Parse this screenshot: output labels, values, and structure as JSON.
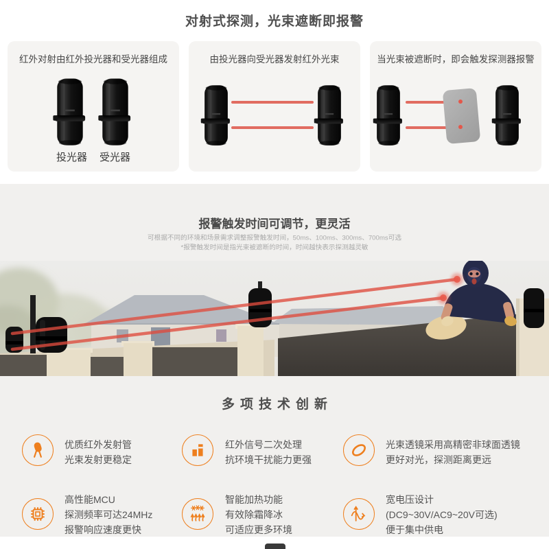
{
  "page_title": "对射式探测，光束遮断即报警",
  "colors": {
    "accent_orange": "#ee7f1e",
    "beam_red": "#dd4e41",
    "band_bg": "#f1f0ee",
    "card_bg": "#f5f4f2"
  },
  "cards": [
    {
      "title": "红外对射由红外投光器和受光器组成",
      "label_left": "投光器",
      "label_right": "受光器"
    },
    {
      "title": "由投光器向受光器发射红外光束"
    },
    {
      "title": "当光束被遮断时，即会触发探测器报警"
    }
  ],
  "adjust_section": {
    "title": "报警触发时间可调节，更灵活",
    "desc_line1": "可根据不同的环境和场景需求调整报警触发时间，50ms、100ms、300ms、700ms可选",
    "desc_line2": "*报警触发时间是指光束被遮断的时间，时间越快表示探测越灵敏"
  },
  "features_section": {
    "title": "多项技术创新",
    "items": [
      {
        "icon": "led-icon",
        "line1": "优质红外发射管",
        "line2": "光束发射更稳定"
      },
      {
        "icon": "bar-chart-icon",
        "line1": "红外信号二次处理",
        "line2": "抗环境干扰能力更强"
      },
      {
        "icon": "lens-icon",
        "line1": "光束透镜采用高精密非球面透镜",
        "line2": "更好对光，探测距离更远"
      },
      {
        "icon": "chip-icon",
        "line1": "高性能MCU",
        "line2": "探测频率可达24MHz",
        "line3": "报警响应速度更快"
      },
      {
        "icon": "defrost-icon",
        "line1": "智能加热功能",
        "line2": "有效除霜降冰",
        "line3": "可适应更多环境"
      },
      {
        "icon": "sine-wave-icon",
        "line1": "宽电压设计",
        "line2": "(DC9~30V/AC9~20V可选)",
        "line3": "便于集中供电"
      }
    ]
  }
}
